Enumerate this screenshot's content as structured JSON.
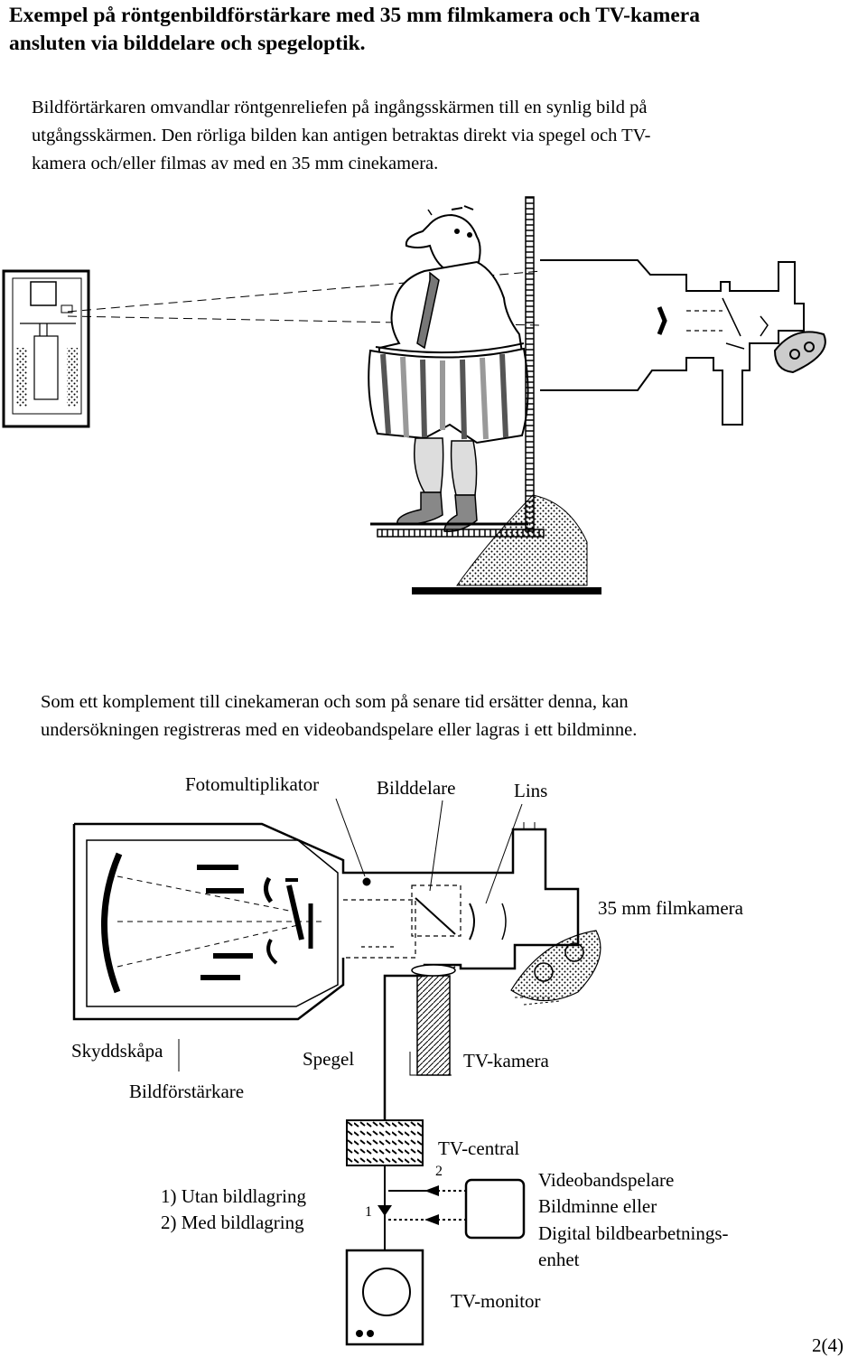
{
  "title": {
    "line1": "Exempel på röntgenbildförstärkare med 35 mm filmkamera och TV-kamera",
    "line2": "ansluten via bilddelare och spegeloptik."
  },
  "intro": {
    "line1": "Bildförtärkaren omvandlar röntgenreliefen på ingångsskärmen till en synlig bild på",
    "line2": "utgångsskärmen. Den rörliga bilden kan antigen betraktas direkt via spegel och TV-",
    "line3": "kamera och/eller filmas av med en 35 mm cinekamera."
  },
  "second": {
    "line1": "Som ett komplement till cinekameran och som på senare tid ersätter denna, kan",
    "line2": "undersökningen registreras med en videobandspelare eller lagras i ett bildminne."
  },
  "labels": {
    "fotomultiplikator": "Fotomultiplikator",
    "bilddelare": "Bilddelare",
    "lins": "Lins",
    "filmkamera": "35 mm filmkamera",
    "skyddskapa": "Skyddskåpa",
    "bildforstarkare": "Bildförstärkare",
    "spegel": "Spegel",
    "tvkamera": "TV-kamera",
    "tvcentral": "TV-central",
    "num2": "2",
    "num1": "1",
    "utan": "1) Utan bildlagring",
    "med": "2) Med bildlagring",
    "videobandspelare": "Videobandspelare",
    "bildminne": "Bildminne eller",
    "digital": "Digital bildbearbetnings-",
    "enhet": "enhet",
    "tvmonitor": "TV-monitor"
  },
  "page_number": "2(4)"
}
